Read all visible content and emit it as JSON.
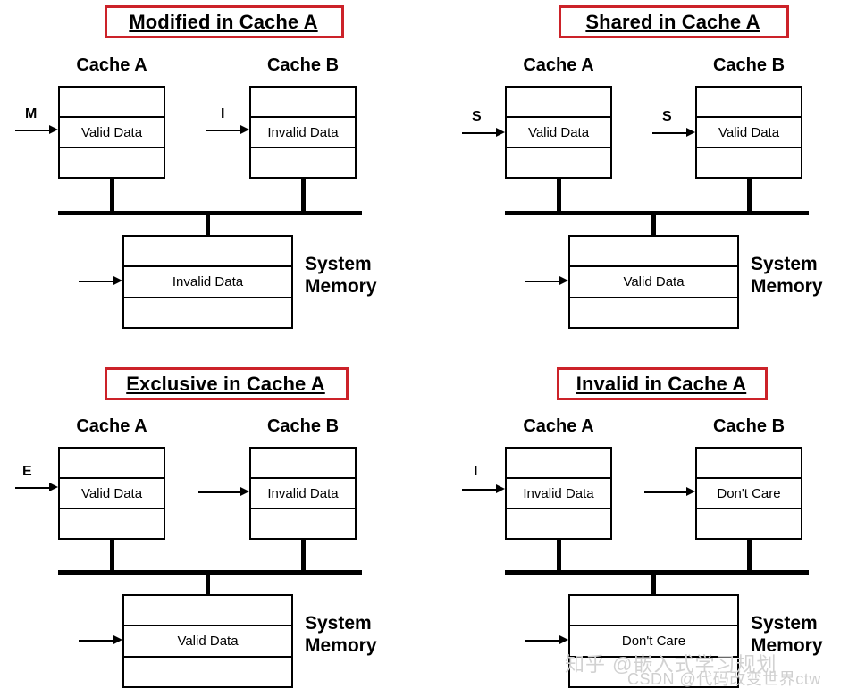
{
  "figure": {
    "title": "MESI cache coherence states",
    "accent_color": "#cc2229",
    "line_color": "#000000"
  },
  "panels": [
    {
      "id": "modified",
      "title": "Modified in Cache A ",
      "cache_a": {
        "label": "Cache A",
        "cell_text": "Valid Data",
        "arrow_tag": "M"
      },
      "cache_b": {
        "label": "Cache B",
        "cell_text": "Invalid Data",
        "arrow_tag": "I"
      },
      "memory": {
        "label_line1": "System",
        "label_line2": "Memory",
        "cell_text": "Invalid Data",
        "arrow_tag": ""
      }
    },
    {
      "id": "shared",
      "title": "Shared in Cache A ",
      "cache_a": {
        "label": "Cache A",
        "cell_text": "Valid Data",
        "arrow_tag": "S"
      },
      "cache_b": {
        "label": "Cache B",
        "cell_text": "Valid Data",
        "arrow_tag": "S"
      },
      "memory": {
        "label_line1": "System",
        "label_line2": "Memory",
        "cell_text": "Valid Data",
        "arrow_tag": ""
      }
    },
    {
      "id": "exclusive",
      "title": "Exclusive in Cache A ",
      "cache_a": {
        "label": "Cache A",
        "cell_text": "Valid Data",
        "arrow_tag": "E"
      },
      "cache_b": {
        "label": "Cache B",
        "cell_text": "Invalid Data",
        "arrow_tag": ""
      },
      "memory": {
        "label_line1": "System",
        "label_line2": "Memory",
        "cell_text": "Valid Data",
        "arrow_tag": ""
      }
    },
    {
      "id": "invalid",
      "title": "Invalid in Cache A ",
      "cache_a": {
        "label": "Cache A",
        "cell_text": "Invalid Data",
        "arrow_tag": "I"
      },
      "cache_b": {
        "label": "Cache B",
        "cell_text": "Don't Care",
        "arrow_tag": ""
      },
      "memory": {
        "label_line1": "System",
        "label_line2": "Memory",
        "cell_text": "Don't Care",
        "arrow_tag": ""
      }
    }
  ],
  "watermarks": {
    "zhihu": "知乎 @嵌入式学习规划",
    "csdn": "CSDN @代码改变世界ctw"
  }
}
